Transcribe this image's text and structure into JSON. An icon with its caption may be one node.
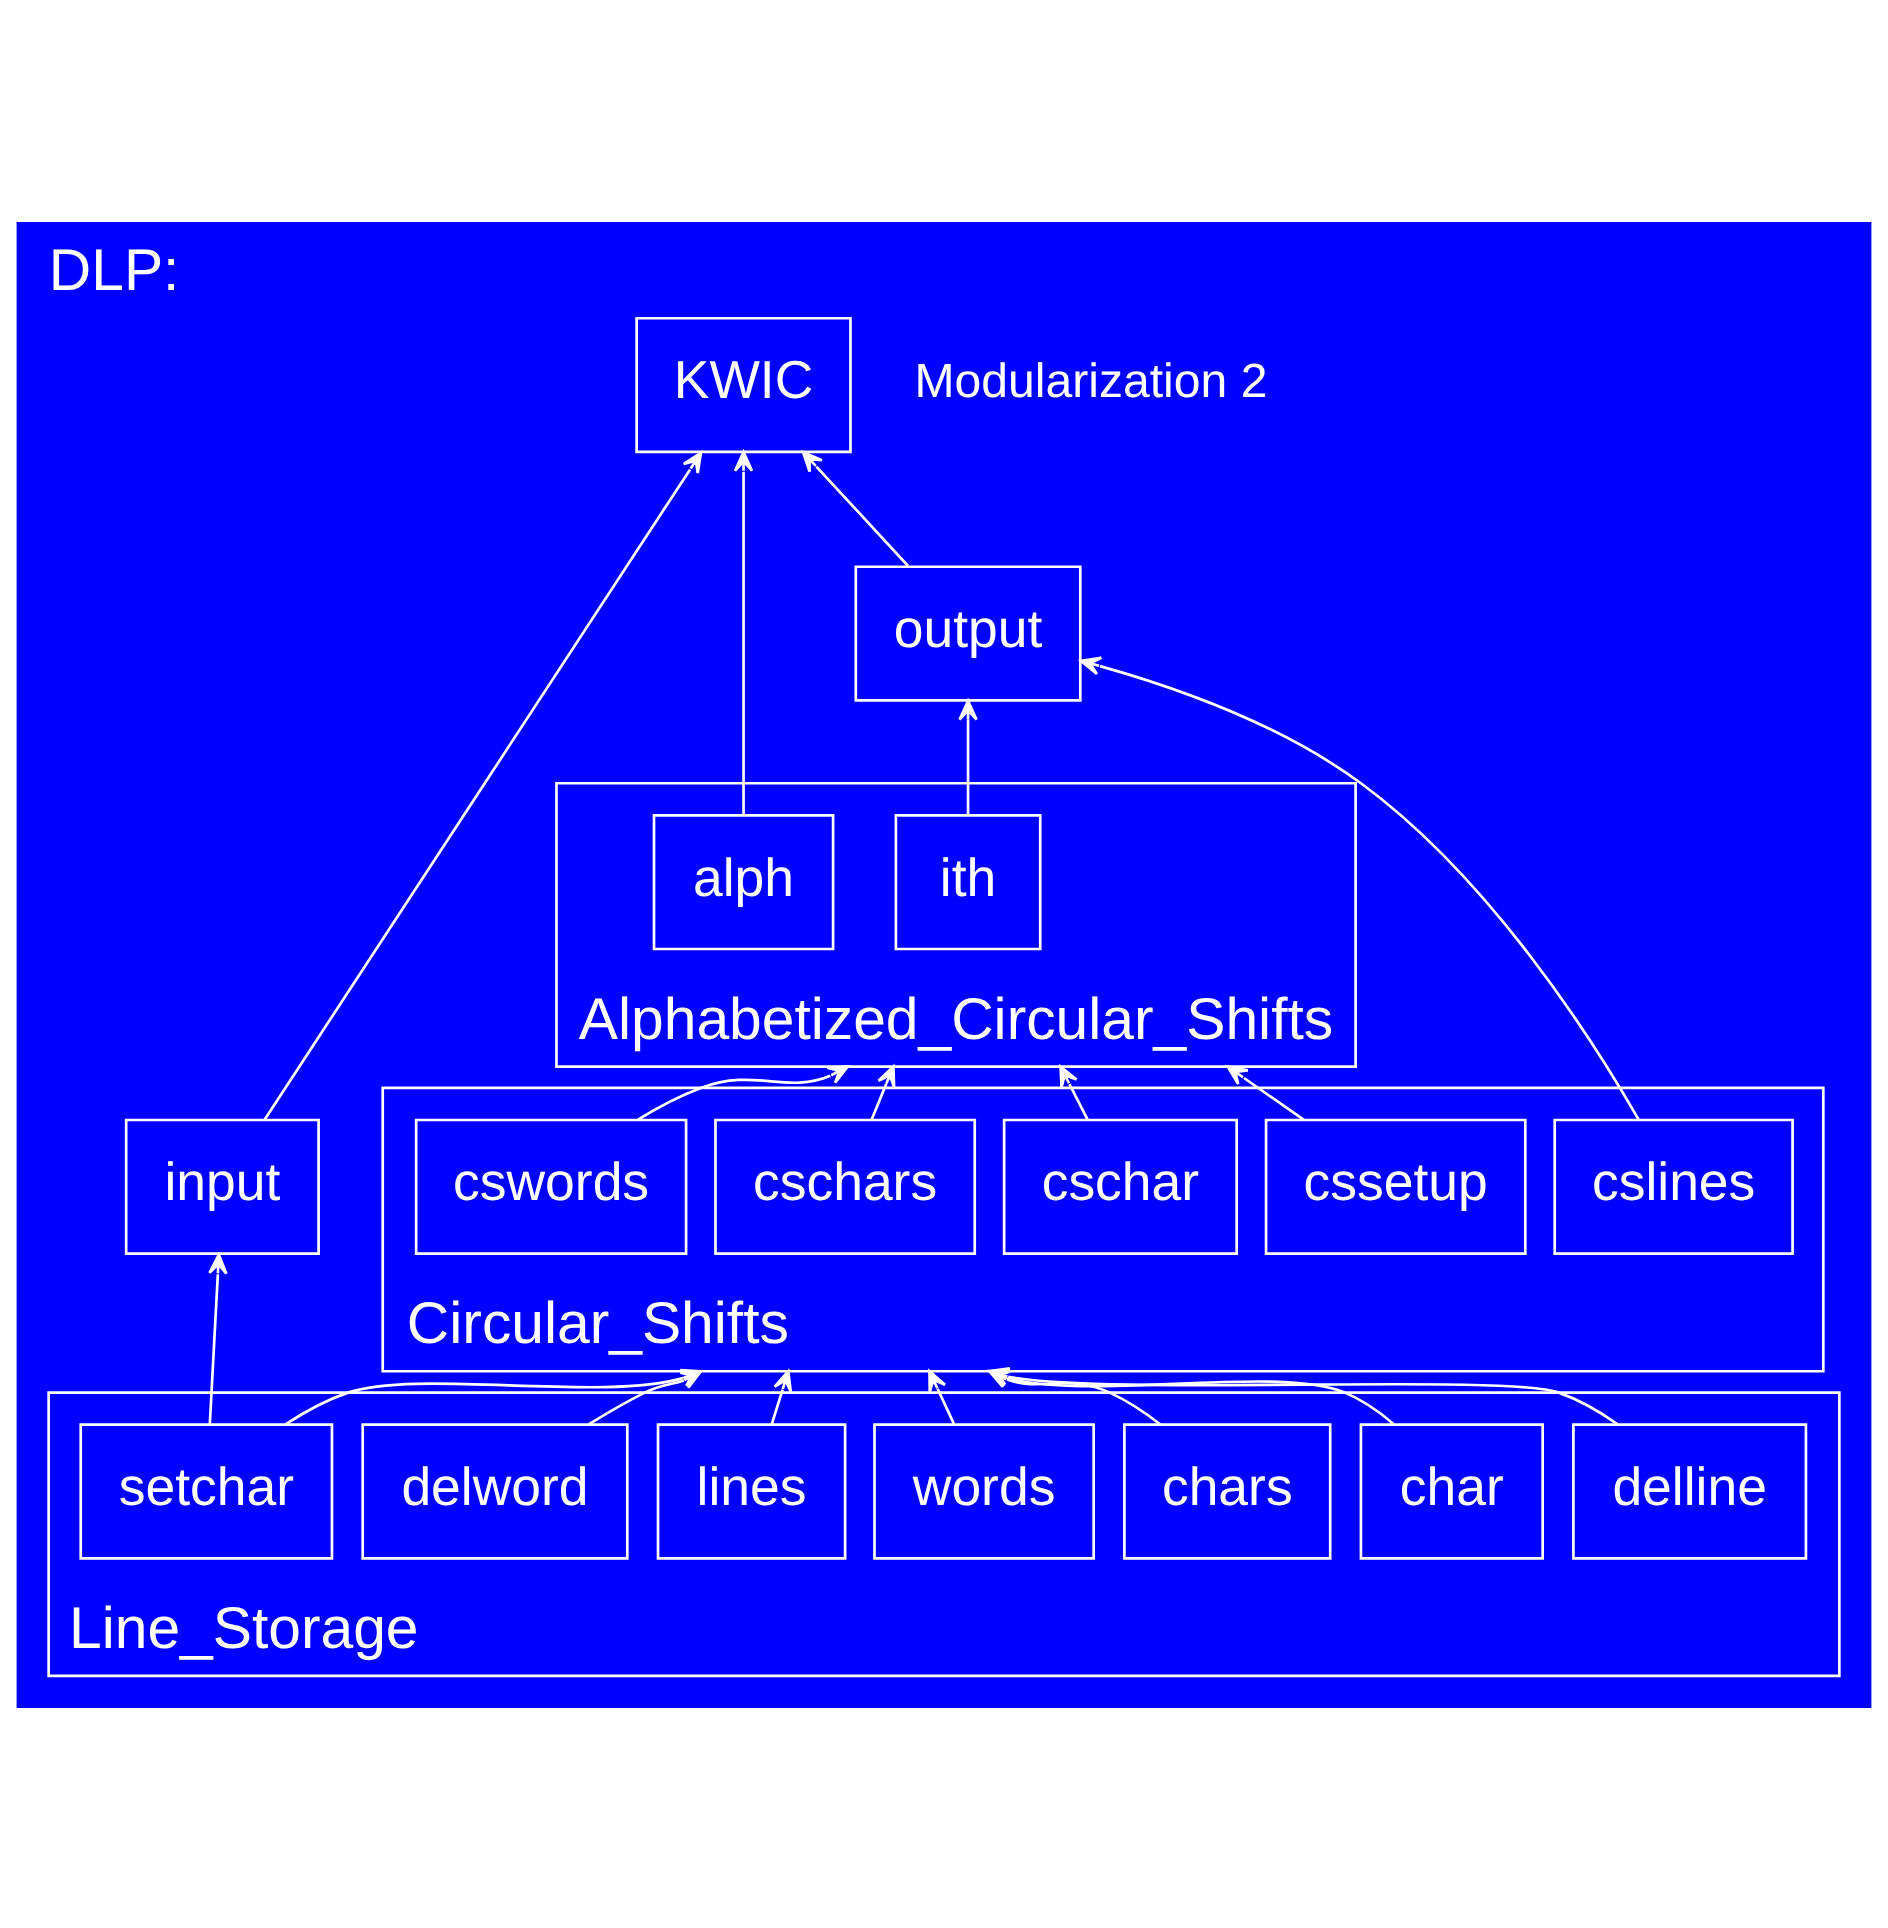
{
  "diagram": {
    "title": "DLP:",
    "nodes": [
      {
        "text": [
          "KWIC"
        ]
      },
      {
        "text": [
          "output"
        ]
      },
      {
        "text": [
          "input"
        ]
      },
      {
        "text": [
          "Alphabetized_Circular_Shifts"
        ]
      },
      {
        "text": [
          "alph"
        ],
        "in": 3
      },
      {
        "text": [
          "ith"
        ],
        "in": 3
      },
      {
        "text": [
          "Circular_Shifts"
        ]
      },
      {
        "text": [
          "cssetup"
        ],
        "in": 6
      },
      {
        "text": [
          "cschar"
        ],
        "in": 6
      },
      {
        "text": [
          "cschars"
        ],
        "in": 6
      },
      {
        "text": [
          "cswords"
        ],
        "in": 6
      },
      {
        "text": [
          "cslines"
        ],
        "in": 6
      },
      {
        "text": [
          "Line_Storage"
        ]
      },
      {
        "text": [
          "setchar"
        ],
        "in": 12
      },
      {
        "text": [
          "char"
        ],
        "in": 12
      },
      {
        "text": [
          "chars"
        ],
        "in": 12
      },
      {
        "text": [
          "words"
        ],
        "in": 12
      },
      {
        "text": [
          "lines"
        ],
        "in": 12
      },
      {
        "text": [
          "delword"
        ],
        "in": 12
      },
      {
        "text": [
          "delline"
        ],
        "in": 12
      }
    ],
    "edges": [
      {
        "from": 2,
        "to": 0,
        "arrow": "to"
      },
      {
        "from": 4,
        "to": 0,
        "arrow": "to"
      },
      {
        "from": 1,
        "to": 0,
        "arrow": "to"
      },
      {
        "from": 5,
        "to": 1,
        "arrow": "to"
      },
      {
        "from": 11,
        "to": 1,
        "arrow": "to"
      },
      {
        "from": 7,
        "to": 3,
        "arrow": "to"
      },
      {
        "from": 8,
        "to": 3,
        "arrow": "to"
      },
      {
        "from": 9,
        "to": 3,
        "arrow": "to"
      },
      {
        "from": 10,
        "to": 3,
        "arrow": "to"
      },
      {
        "from": 13,
        "to": 2,
        "arrow": "to"
      },
      {
        "from": 13,
        "to": 6,
        "arrow": "to"
      },
      {
        "from": 14,
        "to": 6,
        "arrow": "to"
      },
      {
        "from": 15,
        "to": 6,
        "arrow": "to"
      },
      {
        "from": 16,
        "to": 6,
        "arrow": "to"
      },
      {
        "from": 17,
        "to": 6,
        "arrow": "to"
      },
      {
        "from": 18,
        "to": 6,
        "arrow": "to"
      },
      {
        "from": 19,
        "to": 6,
        "arrow": "to"
      }
    ],
    "labels": [
      "Modularization 2"
    ]
  }
}
